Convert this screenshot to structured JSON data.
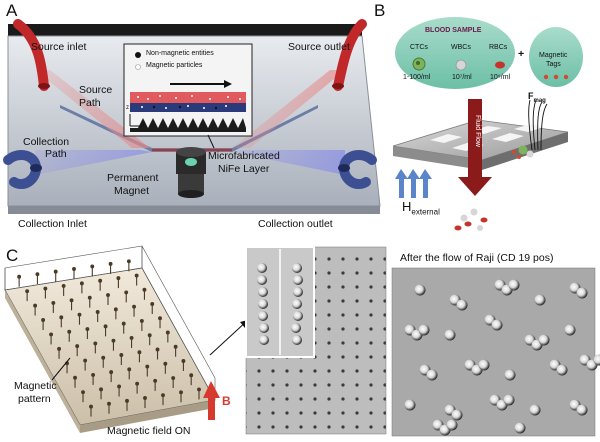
{
  "panels": {
    "a": {
      "letter": "A",
      "labels": {
        "source_inlet": "Source inlet",
        "source_outlet": "Source outlet",
        "source_path_1": "Source",
        "source_path_2": "Path",
        "collection_path_1": "Collection",
        "collection_path_2": "Path",
        "permanent_magnet_1": "Permanent",
        "permanent_magnet_2": "Magnet",
        "microfab_1": "Microfabricated",
        "microfab_2": "NiFe Layer",
        "collection_inlet": "Collection Inlet",
        "collection_outlet": "Collection outlet"
      },
      "legend": [
        "Non-magnetic entities",
        "Magnetic particles"
      ],
      "inset_axes": {
        "z": "z",
        "y": "y"
      },
      "colors": {
        "source_tube": "#c0282a",
        "collection_tube": "#3d4f93",
        "chip": "#b9bfc9"
      }
    },
    "b": {
      "letter": "B",
      "blood_sample": "BLOOD SAMPLE",
      "cells": [
        {
          "name": "CTCs",
          "count": "1-100/ml"
        },
        {
          "name": "WBCs",
          "count": "10⁷/ml"
        },
        {
          "name": "RBCs",
          "count": "10⁹/ml"
        }
      ],
      "plus": "+",
      "magnetic_tags_1": "Magnetic",
      "magnetic_tags_2": "Tags",
      "fluid_flow": "Fluid Flow",
      "f_mag_main": "F",
      "f_mag_sub": "mag",
      "h_main": "H",
      "h_sub": "external"
    },
    "c": {
      "letter": "C",
      "magnetic_pattern_1": "Magnetic",
      "magnetic_pattern_2": "pattern",
      "b_label": "B",
      "field_label": "Magnetic field ON",
      "raji_title": "After the flow of Raji (CD 19 pos)"
    }
  }
}
